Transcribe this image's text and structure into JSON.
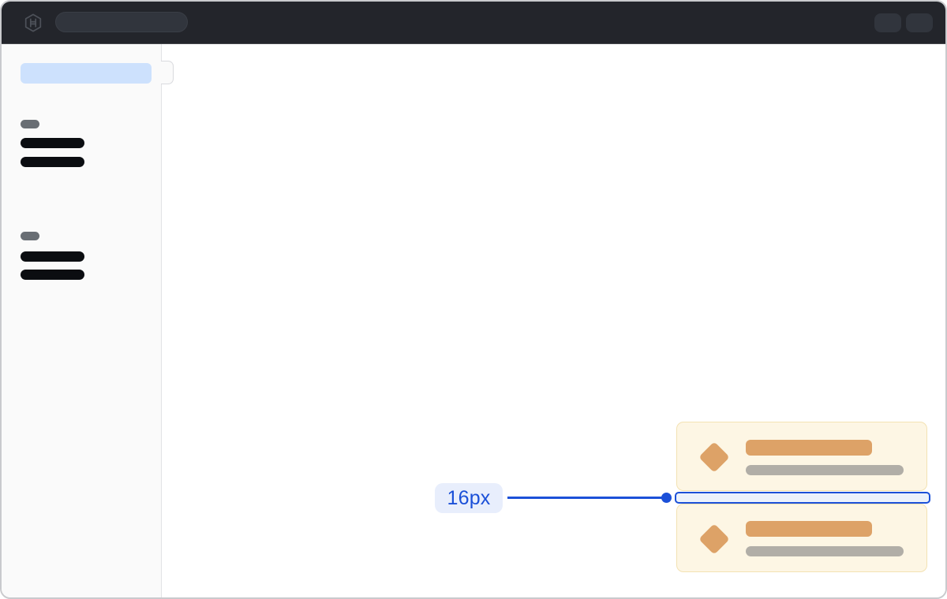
{
  "annotation": {
    "label": "16px"
  },
  "header": {
    "logo_icon": "hashicorp-logo-icon",
    "search_skeleton": "global-search-placeholder",
    "action_buttons_count": 2
  },
  "sidebar": {
    "active_item_skeleton": true,
    "collapse_handle": true,
    "sections": [
      {
        "label_skeleton": true,
        "nav_item_skeletons": 2
      },
      {
        "label_skeleton": true,
        "nav_item_skeletons": 2
      }
    ]
  },
  "cards": [
    {
      "icon": "diamond-icon",
      "title_skeleton": true,
      "subtitle_skeleton": true
    },
    {
      "icon": "diamond-icon",
      "title_skeleton": true,
      "subtitle_skeleton": true
    }
  ],
  "colors": {
    "header_bg": "#23252b",
    "header_item_bg": "#31353d",
    "logo": "#4d5159",
    "sidebar_bg": "#fafafa",
    "sidebar_border": "#e1e2e5",
    "active_item": "#cde1fd",
    "section_label": "#696e74",
    "skeleton_text": "#0b0d11",
    "card_bg": "#fdf6e4",
    "card_border": "#f3e2b3",
    "card_accent": "#dda267",
    "card_muted": "#b1aea7",
    "annotation_blue": "#1b50d8",
    "annotation_pill_bg": "#e8eefc",
    "annotation_rect_fill": "#ecf2fb"
  }
}
